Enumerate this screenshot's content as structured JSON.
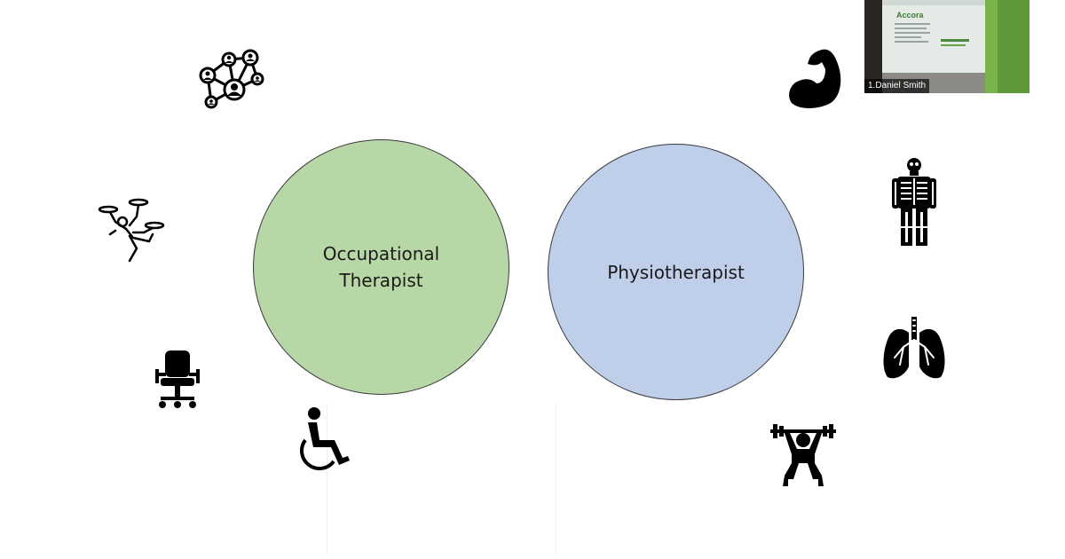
{
  "circles": {
    "occupational": {
      "line1": "Occupational",
      "line2": "Therapist",
      "fill": "#b8d7a6"
    },
    "physio": {
      "label": "Physiotherapist",
      "fill": "#bfcfea"
    }
  },
  "video_tile": {
    "participant_name": "1.Daniel Smith",
    "wall_brand": "Accora"
  },
  "icons": [
    "network-icon",
    "juggling-person-icon",
    "office-chair-icon",
    "wheelchair-icon",
    "flexed-bicep-icon",
    "skeleton-icon",
    "lungs-icon",
    "weightlifter-icon"
  ]
}
